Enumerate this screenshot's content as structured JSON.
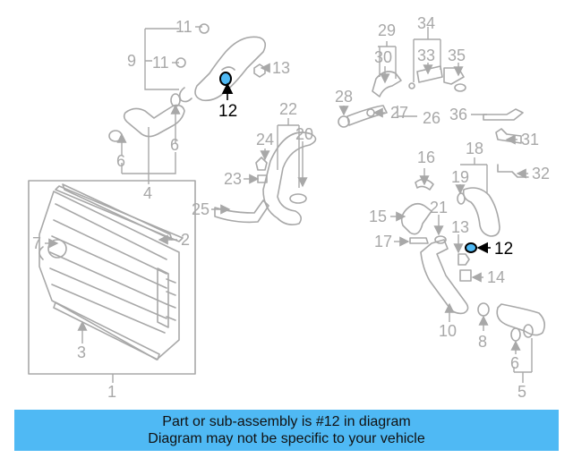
{
  "diagram": {
    "highlight_color": "#4fb9f4",
    "callouts": [
      "11",
      "9",
      "11",
      "13",
      "12",
      "6",
      "6",
      "4",
      "29",
      "34",
      "30",
      "33",
      "35",
      "28",
      "27",
      "26",
      "36",
      "22",
      "20",
      "24",
      "23",
      "25",
      "2",
      "7",
      "3",
      "1",
      "16",
      "15",
      "21",
      "13",
      "17",
      "12",
      "14",
      "10",
      "8",
      "18",
      "19",
      "31",
      "32",
      "6",
      "5"
    ]
  },
  "banner": {
    "line1": "Part or sub-assembly is #12 in diagram",
    "line2": "Diagram may not be specific to your vehicle"
  }
}
